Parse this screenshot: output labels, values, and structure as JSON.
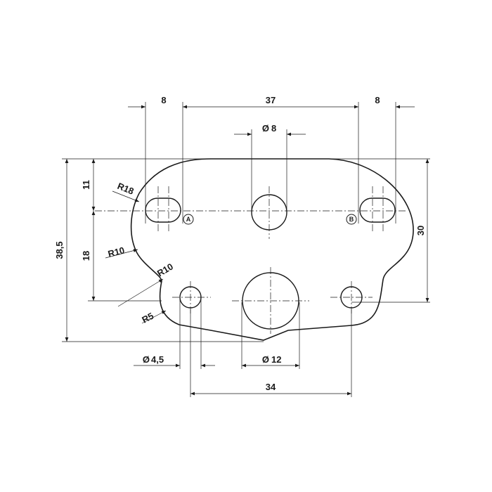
{
  "dimensions": {
    "top_left_8": "8",
    "top_mid_37": "37",
    "top_right_8": "8",
    "hole_dia_8": "8",
    "height_11": "11",
    "height_18": "18",
    "height_38_5": "38,5",
    "height_30": "30",
    "radius_r18": "R18",
    "radius_r10_upper": "R10",
    "radius_r10_lower": "R10",
    "radius_r5": "R5",
    "hole_dia_4_5": "4,5",
    "hole_dia_12": "12",
    "bottom_34": "34"
  },
  "points": {
    "a": "A",
    "b": "B"
  },
  "symbols": {
    "diameter": "Ø"
  }
}
